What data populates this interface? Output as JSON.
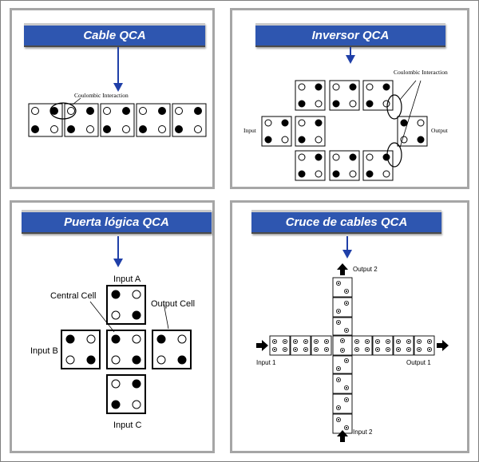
{
  "panels": {
    "cable": {
      "title": "Cable QCA",
      "annotation": "Coulombic Interaction"
    },
    "inversor": {
      "title": "Inversor QCA",
      "annotation": "Coulombic Interaction",
      "input_label": "Input",
      "output_label": "Output"
    },
    "puerta": {
      "title": "Puerta lógica QCA",
      "input_a": "Input A",
      "input_b": "Input B",
      "input_c": "Input C",
      "central_cell": "Central Cell",
      "output_cell": "Output Cell"
    },
    "cruce": {
      "title": "Cruce de cables QCA",
      "output_2": "Output 2",
      "input_1": "Input 1",
      "output_1": "Output 1",
      "input_2": "Input 2"
    }
  },
  "colors": {
    "banner": "#2e56b0",
    "arrow": "#1f3fa8",
    "panel_border": "#a6a6a6"
  }
}
